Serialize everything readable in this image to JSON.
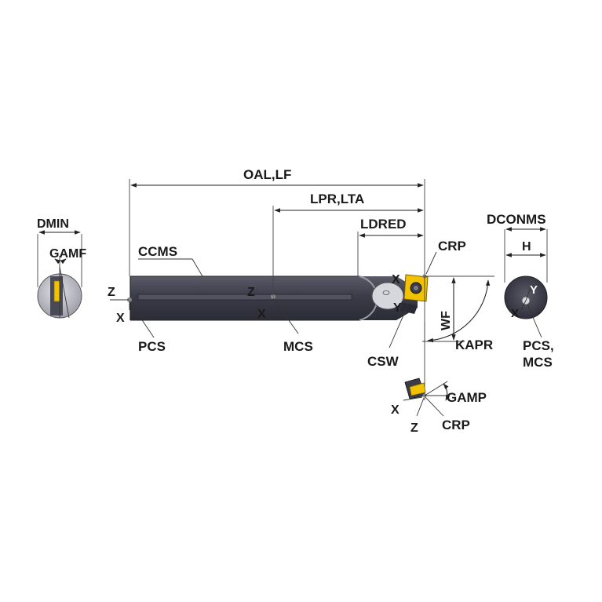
{
  "labels": {
    "dmin": "DMIN",
    "gamf": "GAMF",
    "ccms": "CCMS",
    "oal_lf": "OAL,LF",
    "lpr_lta": "LPR,LTA",
    "ldred": "LDRED",
    "crp_top": "CRP",
    "dconms": "DCONMS",
    "h": "H",
    "z_pcs": "Z",
    "x_pcs": "X",
    "pcs": "PCS",
    "z_mcs": "Z",
    "x_mcs": "X",
    "mcs": "MCS",
    "x_crp": "X",
    "y_crp": "Y",
    "wf": "WF",
    "kapr": "KAPR",
    "csw": "CSW",
    "y_end": "Y",
    "x_end": "X",
    "pcs_mcs_line1": "PCS,",
    "pcs_mcs_line2": "MCS",
    "gamp": "GAMP",
    "x_bottom": "X",
    "z_bottom": "Z",
    "crp_bottom": "CRP"
  },
  "colors": {
    "body": "#3f3f4d",
    "body_dark": "#2a2a35",
    "body_light": "#6a6a78",
    "end_face": "#cfcfd6",
    "insert": "#f2c200",
    "insert_dark": "#b38f00"
  }
}
